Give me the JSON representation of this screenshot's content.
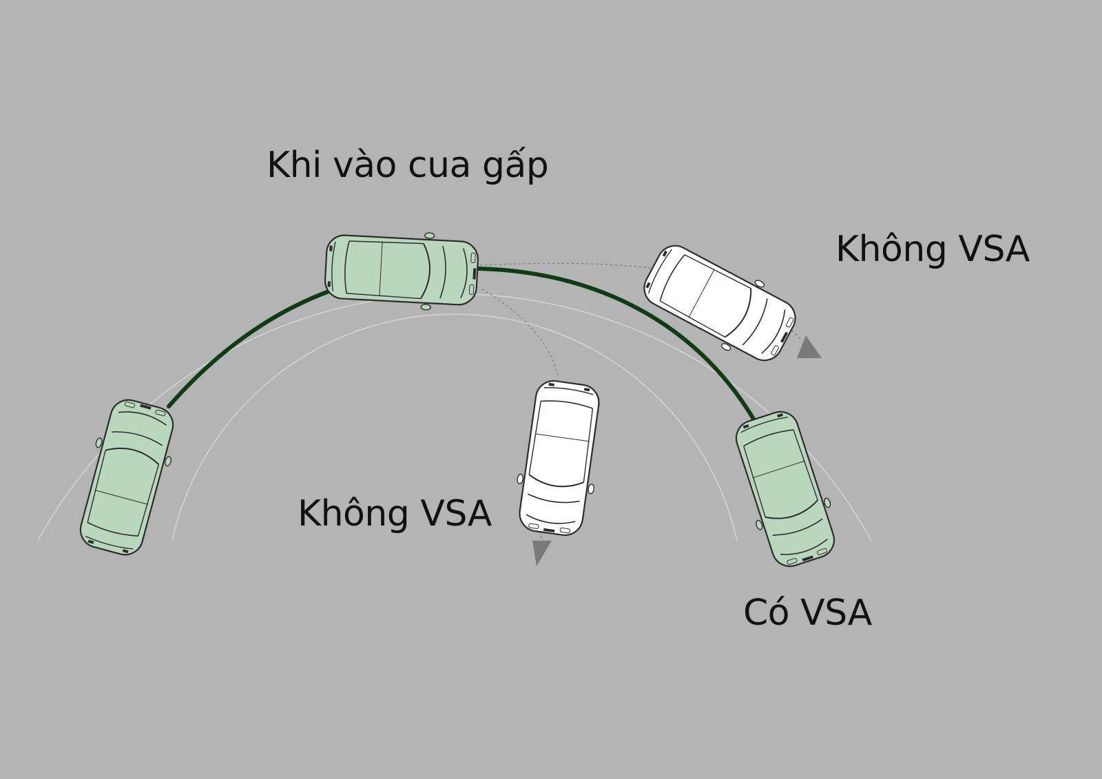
{
  "title": "Khi vào cua gấp",
  "labels": {
    "without_vsa_right": "Không VSA",
    "without_vsa_middle": "Không VSA",
    "with_vsa": "Có VSA"
  },
  "colors": {
    "background": "#b4b4b4",
    "path": "#0e3d14",
    "car_green": "#b9d7bd",
    "car_white": "#ffffff",
    "arrow": "#7a7a7a",
    "road_edge": "#d6d6d6"
  },
  "icons": {
    "car": "car-top-view-icon",
    "arrow": "triangle-arrow-icon"
  }
}
